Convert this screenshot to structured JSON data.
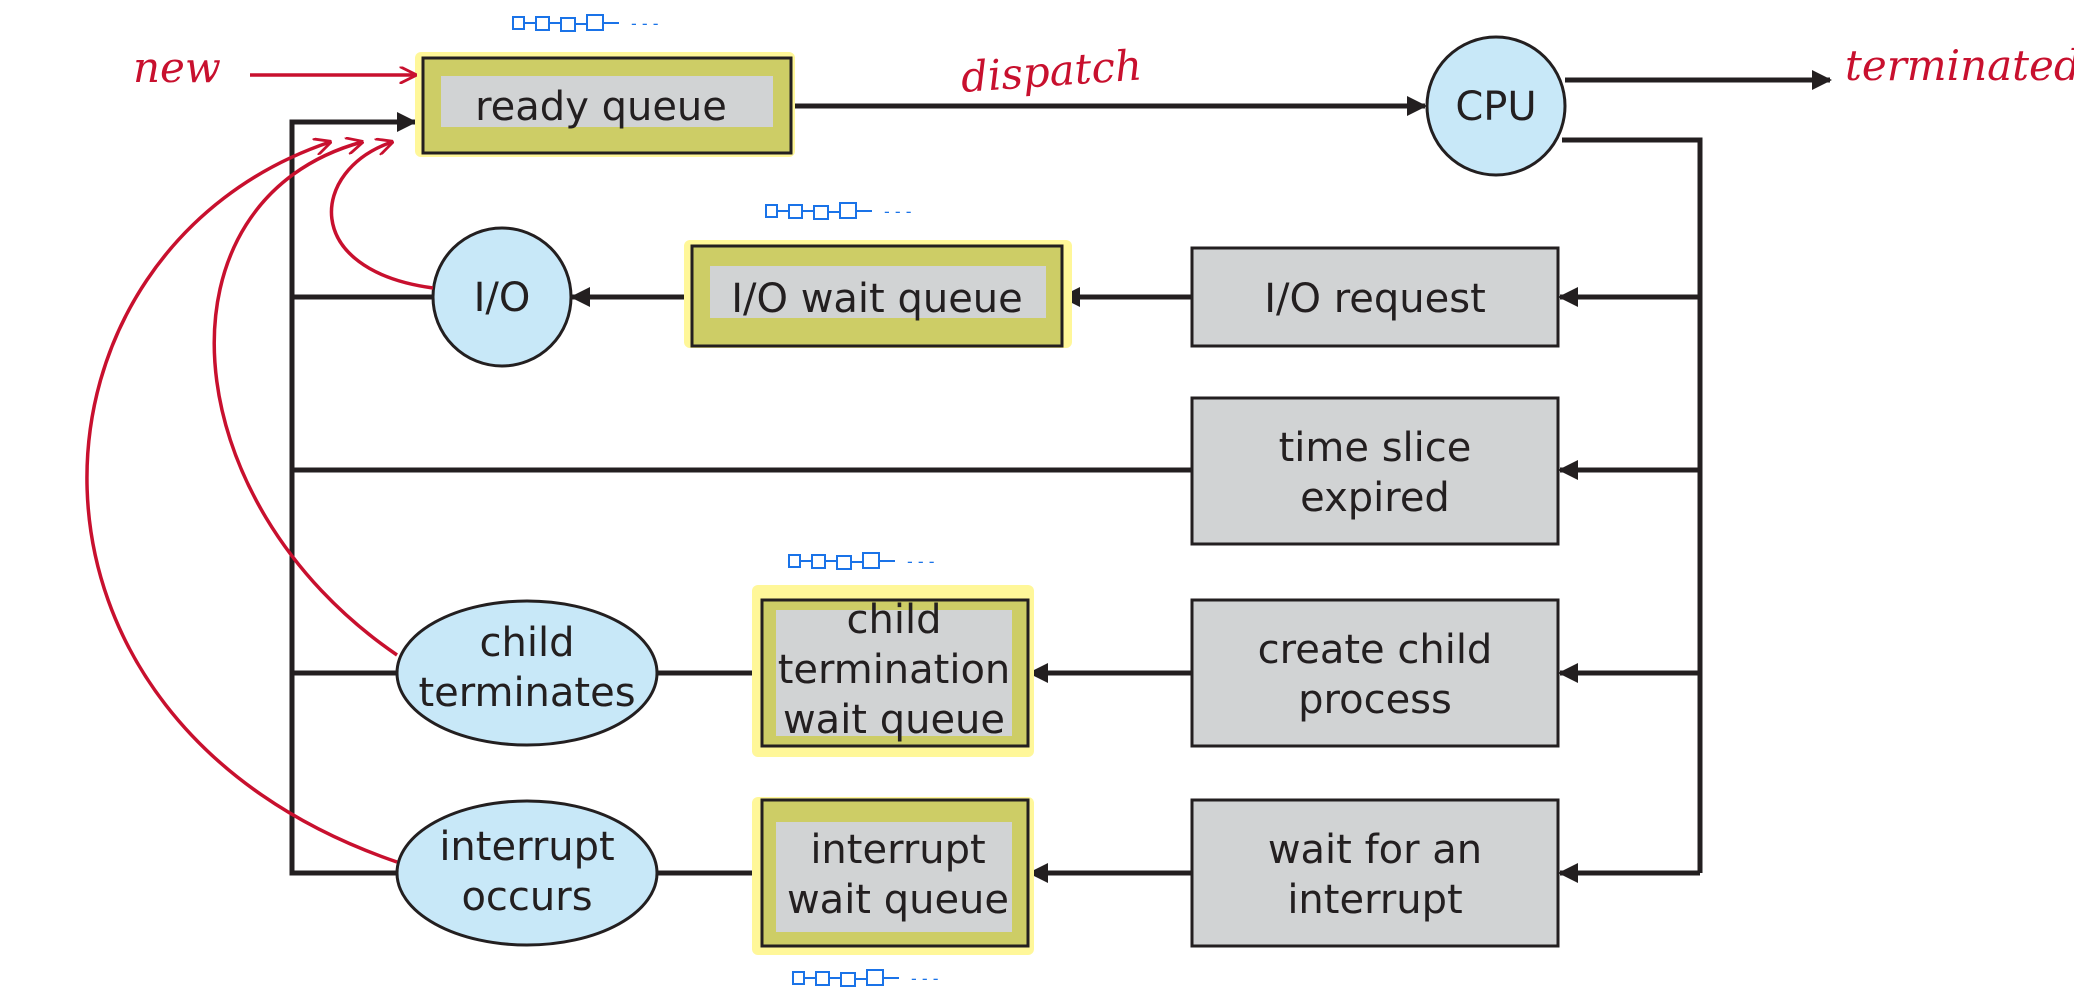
{
  "diagram": {
    "nodes": {
      "ready_queue": "ready queue",
      "cpu": "CPU",
      "io": "I/O",
      "io_wait_queue": "I/O wait queue",
      "io_request": "I/O request",
      "time_slice_l1": "time slice",
      "time_slice_l2": "expired",
      "child_terminates_l1": "child",
      "child_terminates_l2": "terminates",
      "child_wait_l1": "child",
      "child_wait_l2": "termination",
      "child_wait_l3": "wait queue",
      "create_child_l1": "create child",
      "create_child_l2": "process",
      "interrupt_occurs_l1": "interrupt",
      "interrupt_occurs_l2": "occurs",
      "interrupt_wait_l1": "interrupt",
      "interrupt_wait_l2": "wait queue",
      "wait_interrupt_l1": "wait for an",
      "wait_interrupt_l2": "interrupt"
    },
    "annotations": {
      "new": "new",
      "dispatch": "dispatch",
      "terminated": "terminated",
      "queue_dots": "- - -"
    },
    "colors": {
      "box_fill": "#d1d3d4",
      "queue_outer": "#cdcd66",
      "highlight": "#fff799",
      "circle_fill": "#c8e8f8",
      "ink": "#231f20",
      "annotation_red": "#c8102e",
      "annotation_blue": "#1a73e8"
    }
  }
}
